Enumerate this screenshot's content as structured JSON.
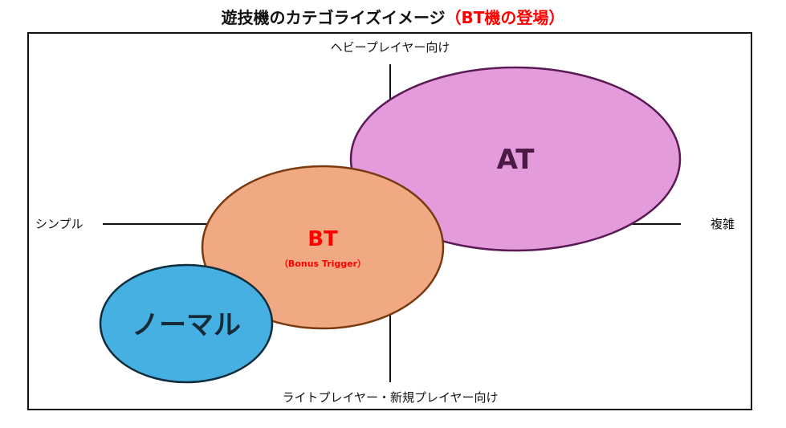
{
  "title": {
    "main": "遊技機のカテゴライズイメージ",
    "accent": "（BT機の登場）"
  },
  "axes": {
    "top": "ヘビープレイヤー向け",
    "bottom": "ライトプレイヤー・新規プレイヤー向け",
    "left": "シンプル",
    "right": "複雑"
  },
  "bubbles": {
    "at": {
      "label": "AT",
      "fill": "#e39bdc",
      "stroke": "#5a1a55"
    },
    "bt": {
      "label": "BT",
      "sublabel": "（Bonus Trigger）",
      "fill": "#f1a983",
      "stroke": "#7a3a10",
      "label_color": "#ff0000"
    },
    "normal": {
      "label": "ノーマル",
      "fill": "#45b0e1",
      "stroke": "#0e2d3d"
    }
  },
  "colors": {
    "axis": "#111111",
    "frame": "#111111",
    "title_accent": "#ff0000"
  }
}
